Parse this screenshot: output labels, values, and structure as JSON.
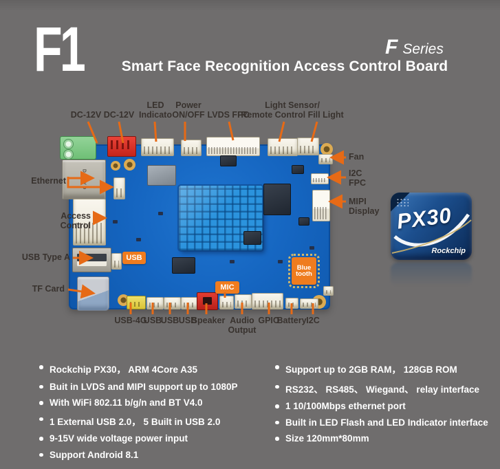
{
  "header": {
    "logo": "F1",
    "series_f": "F",
    "series_rest": "Series",
    "title": "Smart Face Recognition Access Control Board"
  },
  "callouts": {
    "top": [
      {
        "text": "DC-12V"
      },
      {
        "text": "DC-12V"
      },
      {
        "text": "LED\nIndicato"
      },
      {
        "text": "Power\nON/OFF"
      },
      {
        "text": "LVDS FPC"
      },
      {
        "text": "Light Sensor/\nRemote Control Fill Light"
      }
    ],
    "left": [
      {
        "text": "Ethernet"
      },
      {
        "text": "Access\nControl"
      },
      {
        "text": "USB Type A"
      },
      {
        "text": "TF Card"
      }
    ],
    "right": [
      {
        "text": "Fan"
      },
      {
        "text": "I2C\nFPC"
      },
      {
        "text": "MIPI\nDisplay"
      }
    ],
    "bottom": [
      {
        "text": "USB-4G"
      },
      {
        "text": "USB"
      },
      {
        "text": "USB"
      },
      {
        "text": "USB"
      },
      {
        "text": "Speaker"
      },
      {
        "text": "Audio\nOutput"
      },
      {
        "text": "GPIO"
      },
      {
        "text": "Battery"
      },
      {
        "text": "I2C"
      }
    ]
  },
  "board_badges": {
    "usb": "USB",
    "mic": "MIC",
    "bluetooth": "Blue\ntooth",
    "ethernet_port": "DGKYD"
  },
  "chip_badge": {
    "model": "PX30",
    "brand": "Rockchip"
  },
  "specs": {
    "left": [
      "Rockchip PX30， ARM 4Core A35",
      "Buit in LVDS and MIPI support up to 1080P",
      "With WiFi 802.11 b/g/n and BT V4.0",
      "1 External USB 2.0， 5 Built in USB 2.0",
      "9-15V wide voltage power input",
      "Support Android 8.1"
    ],
    "right": [
      "Support up to 2GB RAM， 128GB ROM",
      "RS232、 RS485、 Wiegand、 relay interface",
      "1 10/100Mbps ethernet port",
      "Built in LED Flash and LED Indicator interface",
      "Size 120mm*80mm"
    ]
  },
  "colors": {
    "background": "#6f6d6d",
    "accent_orange": "#e66a16",
    "badge_orange": "#ef7c1f",
    "pcb_blue": "#1565c0",
    "pcb_border": "#0b4c9a",
    "heatsink_blue": "#2b93dd",
    "label_text": "#38322e",
    "text_white": "#ffffff"
  }
}
